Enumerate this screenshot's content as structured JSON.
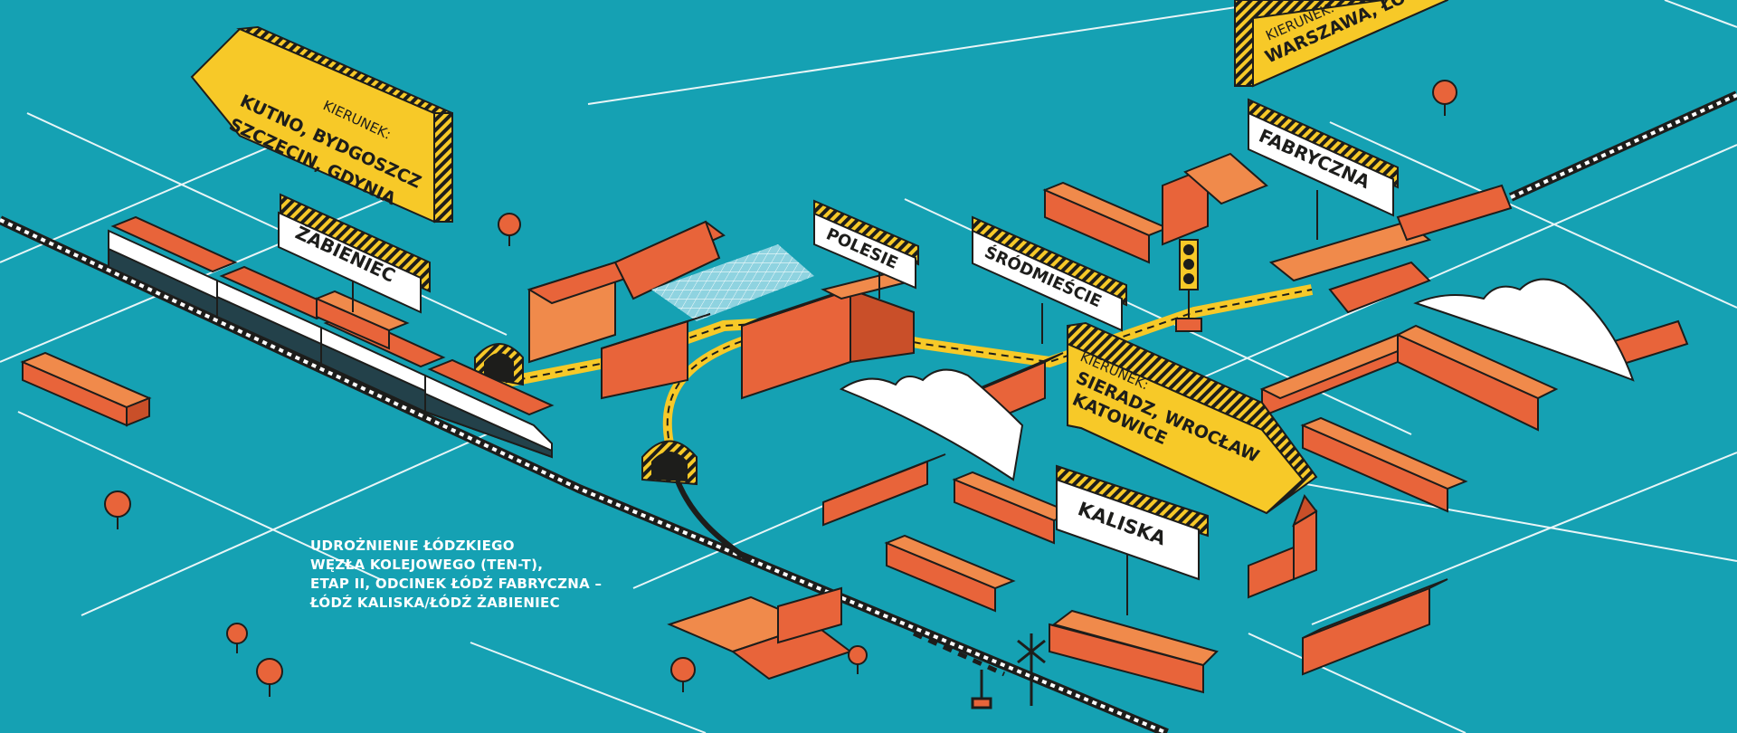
{
  "signs": {
    "kutno": {
      "kierunek": "KIERUNEK:",
      "line1": "KUTNO, BYDGOSZCZ",
      "line2": "SZCZECIN, GDYNIA"
    },
    "warszawa": {
      "kierunek": "KIERUNEK:",
      "line1": "WARSZAWA, ŁÓ"
    },
    "sieradz": {
      "kierunek": "KIERUNEK:",
      "line1": "SIERADZ, WROCŁAW",
      "line2": "KATOWICE"
    }
  },
  "stations": {
    "zabieniec": "ŻABIENIEC",
    "polesie": "POLESIE",
    "srodmiescie": "ŚRÓDMIEŚCIE",
    "fabryczna": "FABRYCZNA",
    "kaliska": "KALISKA"
  },
  "caption": {
    "line1": "UDROŻNIENIE ŁÓDZKIEGO",
    "line2": "WĘZŁA KOLEJOWEGO (TEN-T),",
    "line3": "ETAP II, ODCINEK ŁÓDŹ FABRYCZNA –",
    "line4": "ŁÓDŹ KALISKA/ŁÓDŹ ŻABIENIEC"
  },
  "colors": {
    "background": "#15a1b3",
    "building": "#e8643a",
    "building_top": "#f08a4b",
    "sign_yellow": "#f7c928",
    "outline": "#1d1d1b",
    "tree": "#e8643a"
  }
}
